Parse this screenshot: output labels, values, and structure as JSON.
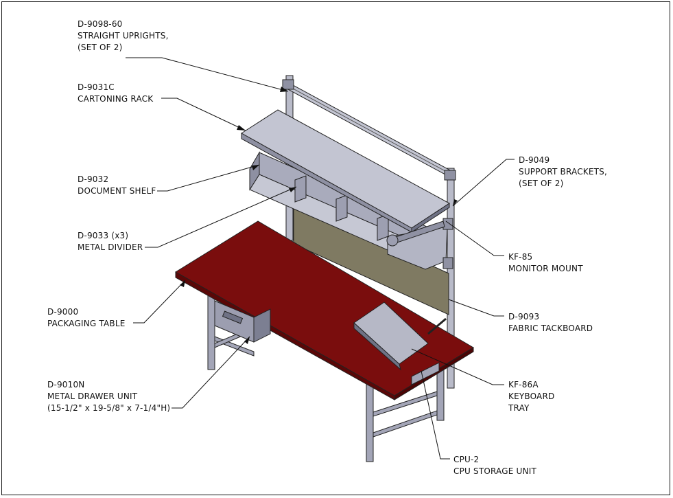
{
  "callouts": {
    "uprights": {
      "part": "D-9098-60",
      "line1": "STRAIGHT UPRIGHTS,",
      "line2": "(SET OF 2)"
    },
    "cartoning": {
      "part": "D-9031C",
      "line1": "CARTONING RACK"
    },
    "docshelf": {
      "part": "D-9032",
      "line1": "DOCUMENT SHELF"
    },
    "divider": {
      "part": "D-9033 (x3)",
      "line1": "METAL DIVIDER"
    },
    "table": {
      "part": "D-9000",
      "line1": "PACKAGING TABLE"
    },
    "drawer": {
      "part": "D-9010N",
      "line1": "METAL DRAWER UNIT",
      "line2": "(15-1/2\" x 19-5/8\" x 7-1/4\"H)"
    },
    "brackets": {
      "part": "D-9049",
      "line1": "SUPPORT BRACKETS,",
      "line2": "(SET OF 2)"
    },
    "monitor": {
      "part": "KF-85",
      "line1": "MONITOR MOUNT"
    },
    "tackboard": {
      "part": "D-9093",
      "line1": "FABRIC TACKBOARD"
    },
    "keyboard": {
      "part": "KF-86A",
      "line1": "KEYBOARD",
      "line2": "TRAY"
    },
    "cpu": {
      "part": "CPU-2",
      "line1": "CPU STORAGE UNIT"
    }
  },
  "colors": {
    "tabletop": "#7a0d0d",
    "tabletop_edge": "#5a0707",
    "tackboard": "#7f7a62",
    "metal_light": "#c9cad6",
    "metal_mid": "#a3a5b7",
    "metal_dark": "#6f7285"
  }
}
